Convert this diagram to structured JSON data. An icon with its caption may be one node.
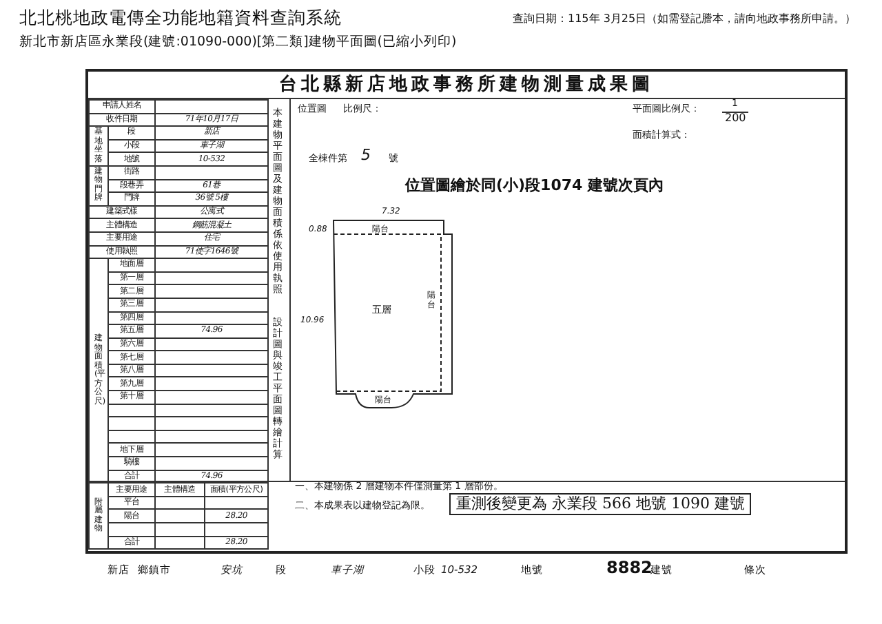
{
  "diagram": {
    "title": "台北縣新店地政事務所建物測量成果圖",
    "labels": [
      "北北桃地政電傳全功能地籍資料查詢系統",
      "查詢日期：115年 3月25日（如需登記謄本，請向地政事務所申請。）",
      "新北市新店區永業段(建號:01090-000)[第二類]建物平面圖(已縮小列印)",
      "申請人姓名",
      "收件日期",
      "71年10月17日",
      "基地坐落",
      "段",
      "新店",
      "小段",
      "車子湖",
      "地號",
      "10-532",
      "建物門牌",
      "街路",
      "段巷弄",
      "61巷",
      "門牌",
      "36號 5樓",
      "建築式樣",
      "公寓式",
      "主體構造",
      "鋼筋混凝土",
      "主要用途",
      "住宅",
      "使用執照",
      "71使字1646號",
      "建物面積",
      "(平方公尺)",
      "地面層",
      "第一層",
      "第二層",
      "第三層",
      "第四層",
      "第五層",
      "74.96",
      "第六層",
      "第七層",
      "第八層",
      "第九層",
      "第十層",
      "地下層",
      "騎樓",
      "合計",
      "74.96",
      "附屬建物",
      "主要用途",
      "主體構造",
      "面積(平方公尺)",
      "平台",
      "陽台",
      "28.20",
      "合計",
      "28.20",
      "本建物平面圖及建物面積係依使用執照",
      "設計圖與竣工平面圖轉繪計算",
      "位置圖",
      "比例尺：",
      "平面圖比例尺：",
      "1",
      "200",
      "面積計算式：",
      "全棟件第",
      "5",
      "號",
      "位置圖繪於同(小)段1074 建號次頁內",
      "7.32",
      "0.88",
      "陽台",
      "五層",
      "10.96",
      "陽台",
      "陽台",
      "一、本建物係 2 層建物本件僅測量第 1 層部份。",
      "二、本成果表以建物登記為限。",
      "重測後變更為 永業段 566 地號 1090 建號",
      "新店",
      "鄉鎮市",
      "安坑",
      "段",
      "車子湖",
      "小段",
      "10-532",
      "地號",
      "8882",
      "建號",
      "條次"
    ]
  }
}
